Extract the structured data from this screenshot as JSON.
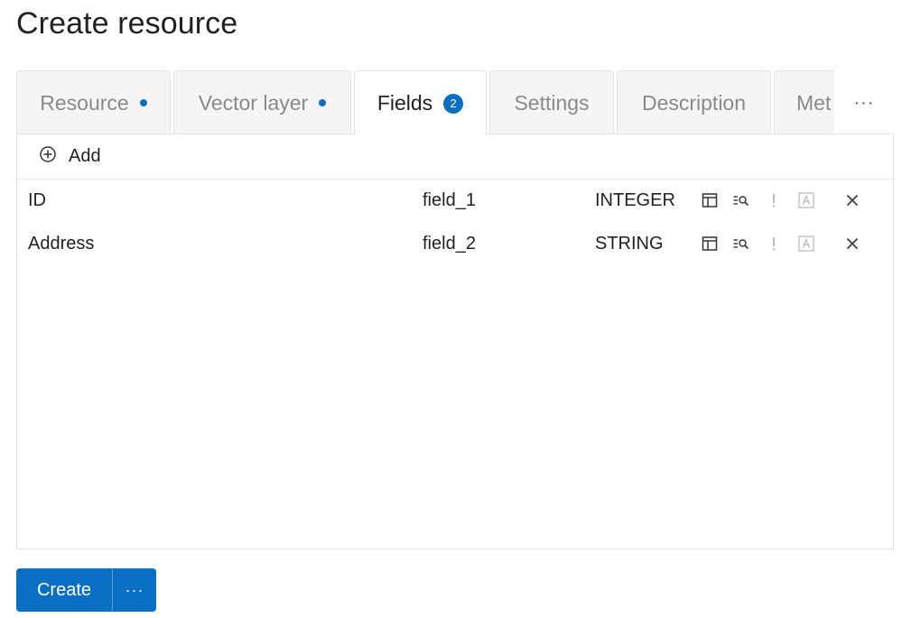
{
  "page": {
    "title": "Create resource"
  },
  "tabs": [
    {
      "label": "Resource",
      "indicator": "dot",
      "active": false
    },
    {
      "label": "Vector layer",
      "indicator": "dot",
      "active": false
    },
    {
      "label": "Fields",
      "indicator": "badge",
      "badge": "2",
      "active": true
    },
    {
      "label": "Settings",
      "active": false
    },
    {
      "label": "Description",
      "active": false
    },
    {
      "label": "Met",
      "active": false
    }
  ],
  "tabs_overflow": {
    "label": "···"
  },
  "toolbar": {
    "add_label": "Add",
    "add_icon": "plus-circle-icon"
  },
  "fields": [
    {
      "display_name": "ID",
      "keyname": "field_1",
      "datatype": "INTEGER"
    },
    {
      "display_name": "Address",
      "keyname": "field_2",
      "datatype": "STRING"
    }
  ],
  "row_icons": [
    "table-icon",
    "search-list-icon",
    "exclamation-icon",
    "label-a-icon",
    "close-icon"
  ],
  "footer": {
    "create_label": "Create",
    "more_label": "···"
  },
  "colors": {
    "accent": "#0a6ec2",
    "tab_inactive_bg": "#f5f5f5",
    "tab_inactive_text": "#8a8a8a",
    "border": "#e4e4e4"
  }
}
